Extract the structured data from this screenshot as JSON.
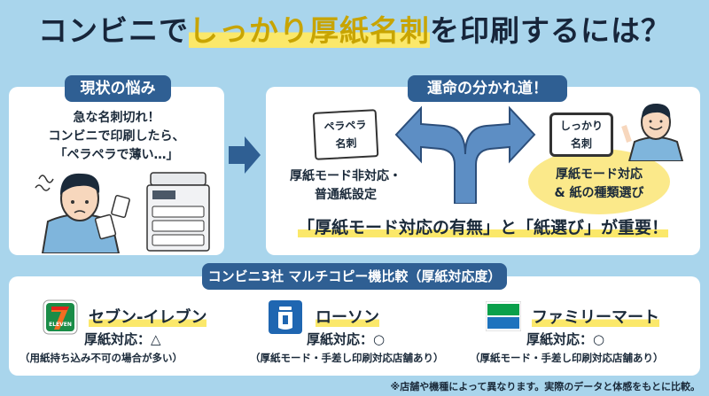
{
  "title": {
    "prefix": "コンビニで",
    "highlight": "しっかり厚紙名刺",
    "suffix": "を印刷するには？"
  },
  "left_panel": {
    "label": "現状の悩み",
    "lines": [
      "急な名刺切れ！",
      "コンビニで印刷したら、",
      "「ペラペラで薄い…」"
    ]
  },
  "right_panel": {
    "label": "運命の分かれ道！",
    "thin_card": [
      "ペラペラ",
      "名刺"
    ],
    "thin_caption": [
      "厚紙モード非対応・",
      "普通紙設定"
    ],
    "thick_card": [
      "しっかり",
      "名刺"
    ],
    "thick_caption": [
      "厚紙モード対応",
      "& 紙の種類選び"
    ],
    "key_message": "「厚紙モード対応の有無」と「紙選び」が重要！"
  },
  "comparison": {
    "label": "コンビニ3社 マルチコピー機比較（厚紙対応度）",
    "stores": [
      {
        "name": "セブン-イレブン",
        "support": "厚紙対応：△",
        "note": "（用紙持ち込み不可の場合が多い）",
        "logo_text": "ELEVEN"
      },
      {
        "name": "ローソン",
        "support": "厚紙対応：○",
        "note": "（厚紙モード・手差し印刷対応店舗あり）"
      },
      {
        "name": "ファミリーマート",
        "support": "厚紙対応：○",
        "note": "（厚紙モード・手差し印刷対応店舗あり）"
      }
    ]
  },
  "footnote": "※店舗や機種によって異なります。実際のデータと体感をもとに比較。",
  "colors": {
    "background": "#a9d5ec",
    "navy": "#2f5f93",
    "yellow": "#fbe86a",
    "seven_orange": "#f26d21",
    "seven_green": "#1a8c47",
    "lawson_blue": "#1f66b1",
    "familymart_green": "#0aa04b",
    "familymart_blue": "#1e73be"
  }
}
